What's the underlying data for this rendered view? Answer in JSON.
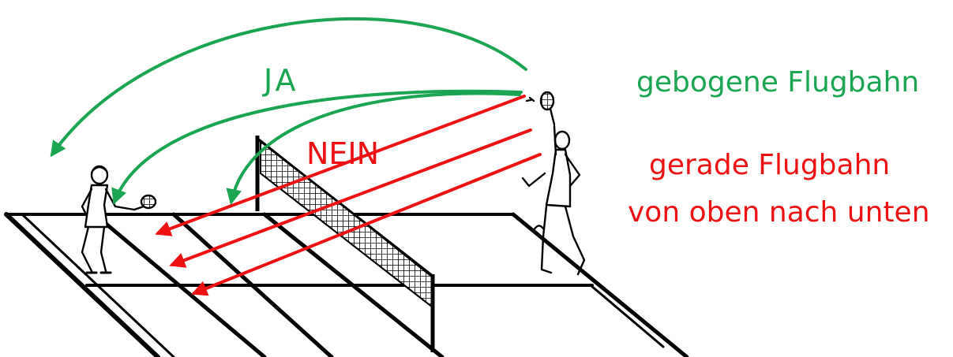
{
  "labels": {
    "ja": "JA",
    "nein": "NEIN",
    "legend_curved": "gebogene Flugbahn",
    "legend_straight_1": "gerade Flugbahn",
    "legend_straight_2": "von oben nach unten"
  },
  "colors": {
    "yes": "#1aa550",
    "no": "#ee1111",
    "ink": "#000000"
  },
  "icons": {
    "player_left": "badminton-player-icon",
    "player_right": "badminton-player-smash-icon",
    "net": "badminton-net-icon",
    "court": "badminton-court-icon"
  }
}
